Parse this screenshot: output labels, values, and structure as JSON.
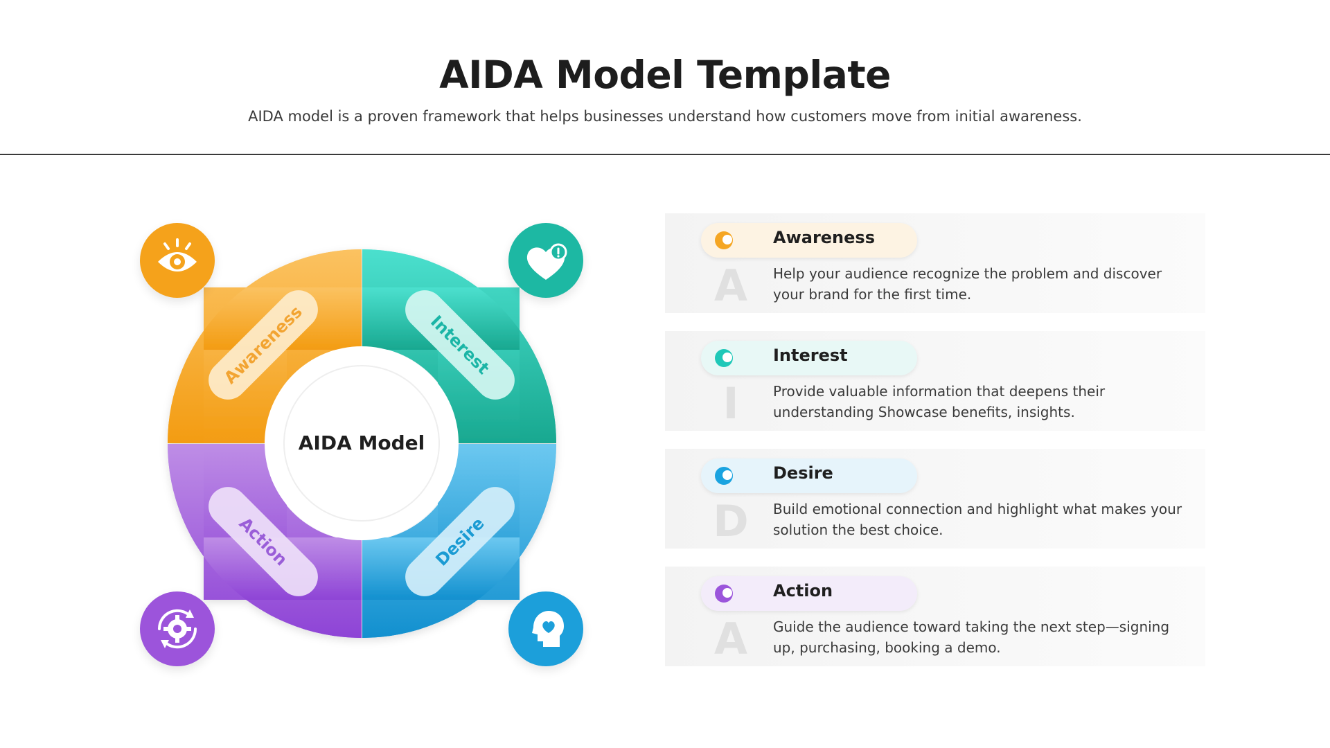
{
  "header": {
    "title": "AIDA Model Template",
    "subtitle": "AIDA model is a proven framework that helps businesses understand how customers move from initial awareness."
  },
  "diagram": {
    "center_label": "AIDA Model",
    "quadrants": [
      {
        "label": "Awareness",
        "color": "#F5A623",
        "text_color": "#F2A432",
        "icon": "eye-icon"
      },
      {
        "label": "Interest",
        "color": "#1FC8B8",
        "text_color": "#1BB5A6",
        "icon": "heart-icon"
      },
      {
        "label": "Desire",
        "color": "#1AA3E0",
        "text_color": "#1A9BD3",
        "icon": "head-heart-icon"
      },
      {
        "label": "Action",
        "color": "#9B55DB",
        "text_color": "#9A5ED8",
        "icon": "gear-cycle-icon"
      }
    ]
  },
  "steps": [
    {
      "title": "Awareness",
      "letter": "A",
      "description": "Help your audience recognize the problem and discover your brand for the first time.",
      "accent": "#F5A623",
      "pill_bg": "#FDF3E3"
    },
    {
      "title": "Interest",
      "letter": "I",
      "description": "Provide valuable information that deepens their understanding Showcase benefits, insights.",
      "accent": "#1FC8B8",
      "pill_bg": "#E8F8F6"
    },
    {
      "title": "Desire",
      "letter": "D",
      "description": "Build emotional connection and highlight what makes your solution the best choice.",
      "accent": "#1AA3E0",
      "pill_bg": "#E6F4FB"
    },
    {
      "title": "Action",
      "letter": "A",
      "description": "Guide the audience toward taking the next step—signing up, purchasing, booking a demo.",
      "accent": "#9B55DB",
      "pill_bg": "#F3ECFA"
    }
  ]
}
